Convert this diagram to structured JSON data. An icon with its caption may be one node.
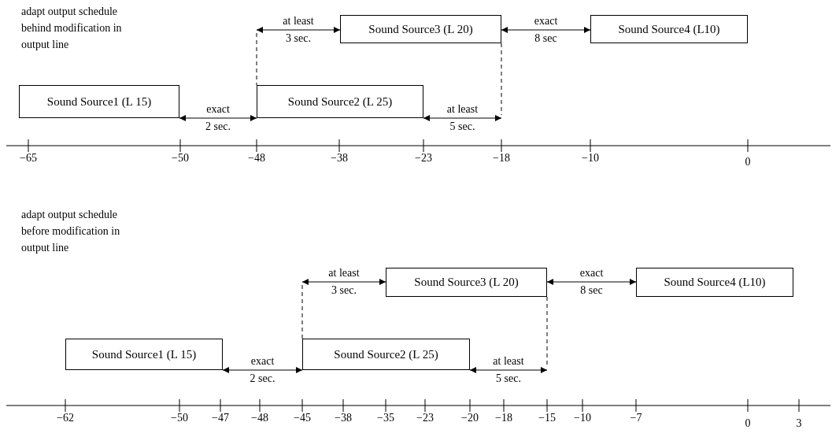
{
  "diagram": {
    "nodes": [
      {
        "text": [
          "Sound Source1 (L 15)"
        ]
      },
      {
        "text": [
          "Sound Source2 (L 25)"
        ]
      },
      {
        "text": [
          "Sound Source3 (L 20)"
        ]
      },
      {
        "text": [
          "Sound Source4 (L10)"
        ]
      },
      {
        "text": [
          "Sound Source1 (L 15)"
        ]
      },
      {
        "text": [
          "Sound Source2 (L 25)"
        ]
      },
      {
        "text": [
          "Sound Source3 (L 20)"
        ]
      },
      {
        "text": [
          "Sound Source4 (L10)"
        ]
      }
    ],
    "edges": [
      {
        "from": 0,
        "to": 1,
        "arrow": "both",
        "label": "exact 2 sec."
      },
      {
        "from": null,
        "to": 2,
        "arrow": "both",
        "label": "at least 3 sec."
      },
      {
        "from": 2,
        "to": 3,
        "arrow": "both",
        "label": "exact 8 sec"
      },
      {
        "from": 1,
        "to": null,
        "arrow": "both",
        "label": "at least 5 sec."
      },
      {
        "from": 4,
        "to": 5,
        "arrow": "both",
        "label": "exact 2 sec."
      },
      {
        "from": null,
        "to": 6,
        "arrow": "both",
        "label": "at least 3 sec."
      },
      {
        "from": 6,
        "to": 7,
        "arrow": "both",
        "label": "exact 8 sec"
      },
      {
        "from": 5,
        "to": null,
        "arrow": "both",
        "label": "at least 5 sec."
      }
    ],
    "labels": [
      "adapt output schedule behind modification in output line",
      "−65",
      "−50",
      "−48",
      "−38",
      "−23",
      "−18",
      "−10",
      "0",
      "adapt output schedule before modification in output line",
      "−62",
      "−50",
      "−47",
      "−48",
      "−45",
      "−38",
      "−35",
      "−23",
      "−20",
      "−18",
      "−15",
      "−10",
      "−7",
      "0",
      "3"
    ]
  }
}
